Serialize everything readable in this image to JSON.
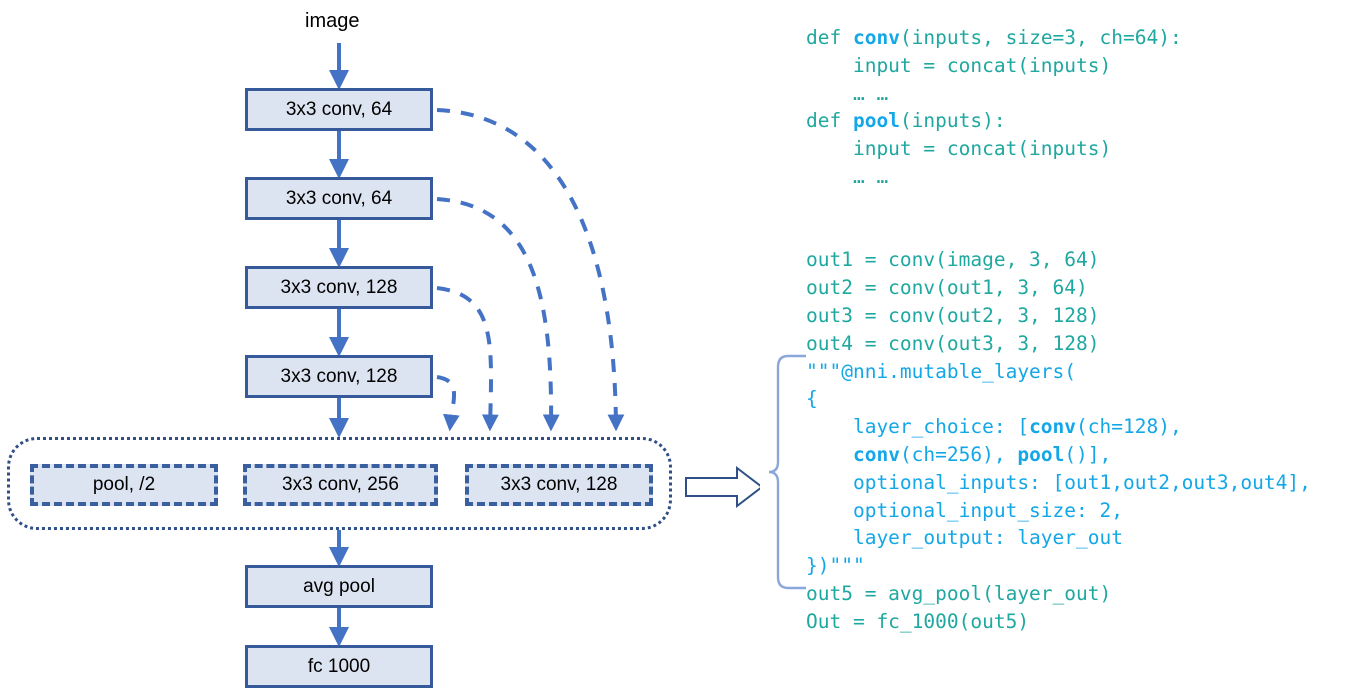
{
  "diagram": {
    "input_label": "image",
    "stack_nodes": [
      {
        "label": "3x3 conv, 64"
      },
      {
        "label": "3x3 conv, 64"
      },
      {
        "label": "3x3 conv, 128"
      },
      {
        "label": "3x3 conv, 128"
      }
    ],
    "choice_group": {
      "options": [
        {
          "label": "pool, /2"
        },
        {
          "label": "3x3 conv, 256"
        },
        {
          "label": "3x3 conv, 128"
        }
      ]
    },
    "tail_nodes": [
      {
        "label": "avg pool"
      },
      {
        "label": "fc 1000"
      }
    ],
    "colors": {
      "node_fill": "#dce3f1",
      "node_border": "#36599c",
      "arrow": "#4472c4",
      "group_border": "#2f4f86",
      "dashed_arrow": "#4472c4"
    }
  },
  "code": {
    "lines": [
      {
        "id": "l1",
        "segments": [
          {
            "t": "def ",
            "s": "plain"
          },
          {
            "t": "conv",
            "s": "kw"
          },
          {
            "t": "(inputs, size=3, ch=64):",
            "s": "plain"
          }
        ]
      },
      {
        "id": "l2",
        "segments": [
          {
            "t": "    input = concat(inputs)",
            "s": "plain"
          }
        ]
      },
      {
        "id": "l3",
        "segments": [
          {
            "t": "    … …",
            "s": "plain"
          }
        ]
      },
      {
        "id": "l4",
        "segments": [
          {
            "t": "def ",
            "s": "plain"
          },
          {
            "t": "pool",
            "s": "kw"
          },
          {
            "t": "(inputs):",
            "s": "plain"
          }
        ]
      },
      {
        "id": "l5",
        "segments": [
          {
            "t": "    input = concat(inputs)",
            "s": "plain"
          }
        ]
      },
      {
        "id": "l6",
        "segments": [
          {
            "t": "    … …",
            "s": "plain"
          }
        ]
      },
      {
        "id": "l7",
        "segments": [
          {
            "t": "",
            "s": "plain"
          }
        ]
      },
      {
        "id": "l8",
        "segments": [
          {
            "t": "",
            "s": "plain"
          }
        ]
      },
      {
        "id": "l9",
        "segments": [
          {
            "t": "out1 = conv(image, 3, 64)",
            "s": "plain"
          }
        ]
      },
      {
        "id": "l10",
        "segments": [
          {
            "t": "out2 = conv(out1, 3, 64)",
            "s": "plain"
          }
        ]
      },
      {
        "id": "l11",
        "segments": [
          {
            "t": "out3 = conv(out2, 3, 128)",
            "s": "plain"
          }
        ]
      },
      {
        "id": "l12",
        "segments": [
          {
            "t": "out4 = conv(out3, 3, 128)",
            "s": "plain"
          }
        ]
      },
      {
        "id": "l13",
        "segments": [
          {
            "t": "\"\"\"@nni.mutable_layers(",
            "s": "blue"
          }
        ]
      },
      {
        "id": "l14",
        "segments": [
          {
            "t": "{",
            "s": "blue"
          }
        ]
      },
      {
        "id": "l15",
        "segments": [
          {
            "t": "    layer_choice: [",
            "s": "blue"
          },
          {
            "t": "conv",
            "s": "blue-b"
          },
          {
            "t": "(ch=128),",
            "s": "blue"
          }
        ]
      },
      {
        "id": "l16",
        "segments": [
          {
            "t": "    ",
            "s": "blue"
          },
          {
            "t": "conv",
            "s": "blue-b"
          },
          {
            "t": "(ch=256), ",
            "s": "blue"
          },
          {
            "t": "pool",
            "s": "blue-b"
          },
          {
            "t": "()],",
            "s": "blue"
          }
        ]
      },
      {
        "id": "l17",
        "segments": [
          {
            "t": "    optional_inputs: [out1,out2,out3,out4],",
            "s": "blue"
          }
        ]
      },
      {
        "id": "l18",
        "segments": [
          {
            "t": "    optional_input_size: 2,",
            "s": "blue"
          }
        ]
      },
      {
        "id": "l19",
        "segments": [
          {
            "t": "    layer_output: layer_out",
            "s": "blue"
          }
        ]
      },
      {
        "id": "l20",
        "segments": [
          {
            "t": "})\"\"\"",
            "s": "blue"
          }
        ]
      },
      {
        "id": "l21",
        "segments": [
          {
            "t": "out5 = avg_pool(layer_out)",
            "s": "plain"
          }
        ]
      },
      {
        "id": "l22",
        "segments": [
          {
            "t": "Out = fc_1000(out5)",
            "s": "plain"
          }
        ]
      }
    ],
    "colors": {
      "default_text": "#1fa8a0",
      "keyword": "#14a7e8",
      "annotation_block": "#14a7e8"
    }
  }
}
